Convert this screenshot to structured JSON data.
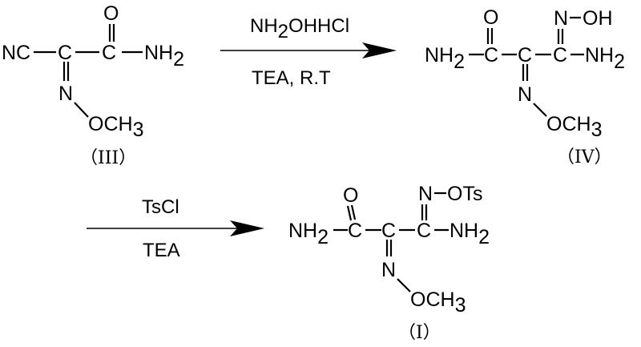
{
  "colors": {
    "ink": "#000000",
    "background": "#ffffff"
  },
  "compound_III": {
    "label": "（III）",
    "atoms": {
      "nitrile": "NC",
      "carbon_left": "C",
      "carbon_right": "C",
      "carbonyl_o": "O",
      "amide_n": "NH",
      "amide_sub": "2",
      "imine_n": "N",
      "methoxy": "OCH",
      "methoxy_sub": "3"
    }
  },
  "arrow_1": {
    "reagent_main": "NH",
    "reagent_sub": "2",
    "reagent_rest": "OHHCl",
    "conditions": "TEA, R.T"
  },
  "compound_IV": {
    "label": "（IV）",
    "atoms": {
      "amide_n": "NH",
      "amide_sub": "2",
      "carbonyl_carbon": "C",
      "carbonyl_o": "O",
      "central_carbon": "C",
      "amidoxime_carbon": "C",
      "oxime_n": "N",
      "hydroxyl": "OH",
      "amine_n": "NH",
      "amine_sub": "2",
      "imine_n": "N",
      "methoxy": "OCH",
      "methoxy_sub": "3"
    }
  },
  "arrow_2": {
    "reagent": "TsCl",
    "conditions": "TEA"
  },
  "compound_I": {
    "label": "（I）",
    "atoms": {
      "amide_n": "NH",
      "amide_sub": "2",
      "carbonyl_carbon": "C",
      "carbonyl_o": "O",
      "central_carbon": "C",
      "amidine_carbon": "C",
      "oxime_n": "N",
      "tosyloxy": "OTs",
      "amine_n": "NH",
      "amine_sub": "2",
      "imine_n": "N",
      "methoxy": "OCH",
      "methoxy_sub": "3"
    }
  }
}
